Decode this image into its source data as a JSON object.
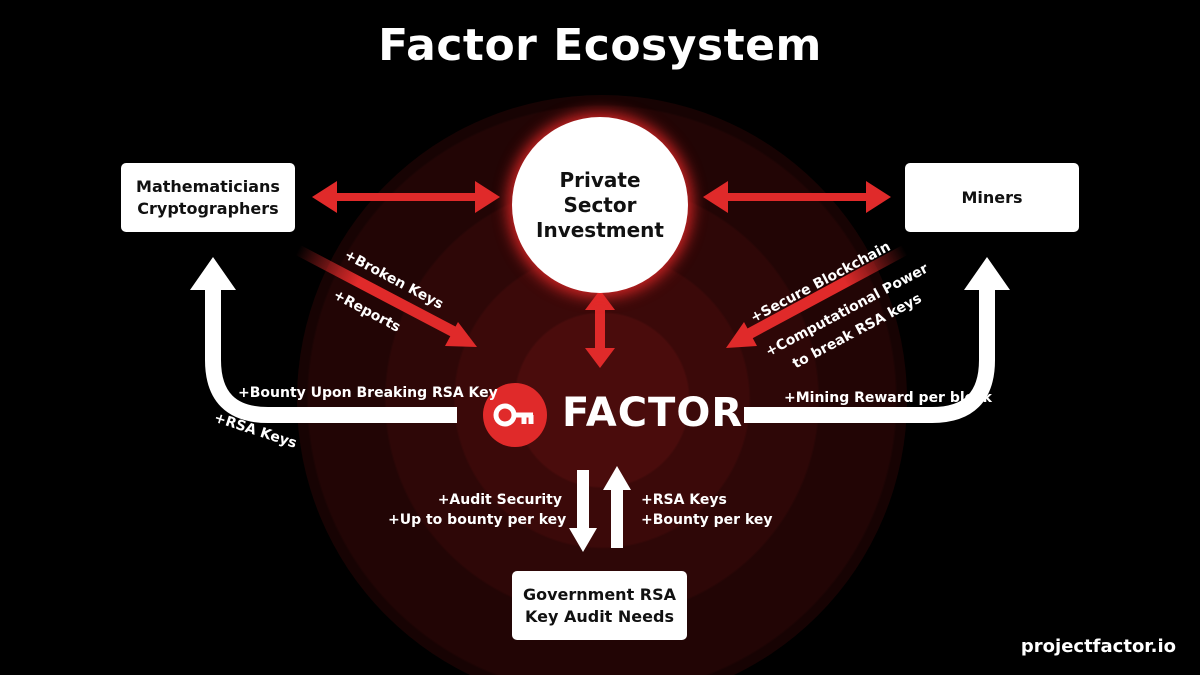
{
  "title": "Factor Ecosystem",
  "nodes": {
    "math": "Mathematicians\nCryptographers",
    "private": "Private\nSector\nInvestment",
    "miners": "Miners",
    "gov": "Government RSA\nKey Audit Needs",
    "factor": "FACTOR"
  },
  "labels": {
    "broken_keys": "+Broken Keys",
    "reports": "+Reports",
    "secure_blockchain": "+Secure Blockchain",
    "computational_power": "+Computational Power",
    "break_rsa": "to break RSA keys",
    "bounty_upon": "+Bounty Upon Breaking RSA Key",
    "rsa_keys_left": "+RSA Keys",
    "mining_reward": "+Mining Reward per block",
    "audit_security": "+Audit Security",
    "up_to_bounty": "+Up to bounty per key",
    "rsa_keys_right": "+RSA Keys",
    "bounty_per_key": "+Bounty per key"
  },
  "footer": "projectfactor.io",
  "colors": {
    "accent_red": "#e02a2a",
    "background": "#000000",
    "white": "#ffffff"
  },
  "icons": {
    "logo": "key-icon"
  }
}
